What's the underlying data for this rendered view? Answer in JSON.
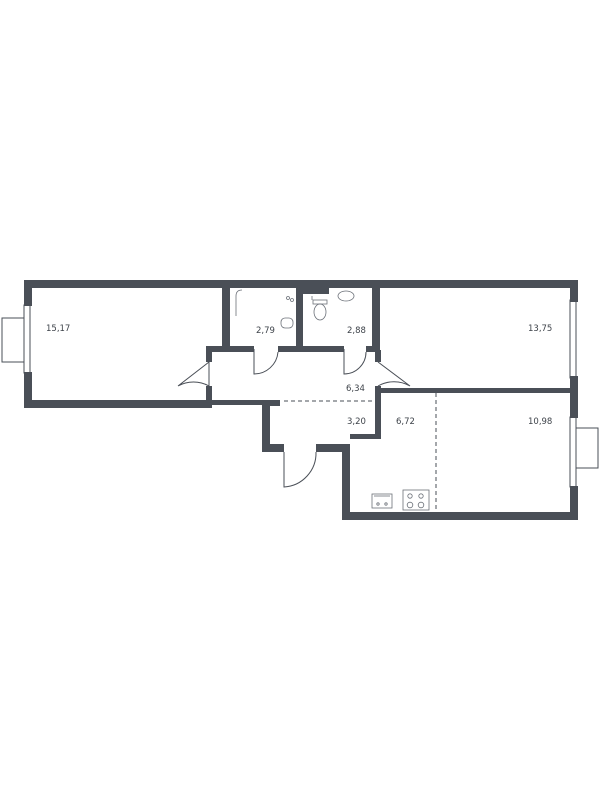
{
  "floor_plan": {
    "rooms": [
      {
        "id": "living-room",
        "area": "15,17"
      },
      {
        "id": "bathroom",
        "area": "2,79"
      },
      {
        "id": "toilet",
        "area": "2,88"
      },
      {
        "id": "bedroom",
        "area": "13,75"
      },
      {
        "id": "corridor",
        "area": "6,34"
      },
      {
        "id": "hallway",
        "area": "3,20"
      },
      {
        "id": "kitchen",
        "area": "6,72"
      },
      {
        "id": "dining",
        "area": "10,98"
      }
    ],
    "colors": {
      "wall": "#4a4f57",
      "background": "#ffffff",
      "text": "#3e434a"
    }
  }
}
